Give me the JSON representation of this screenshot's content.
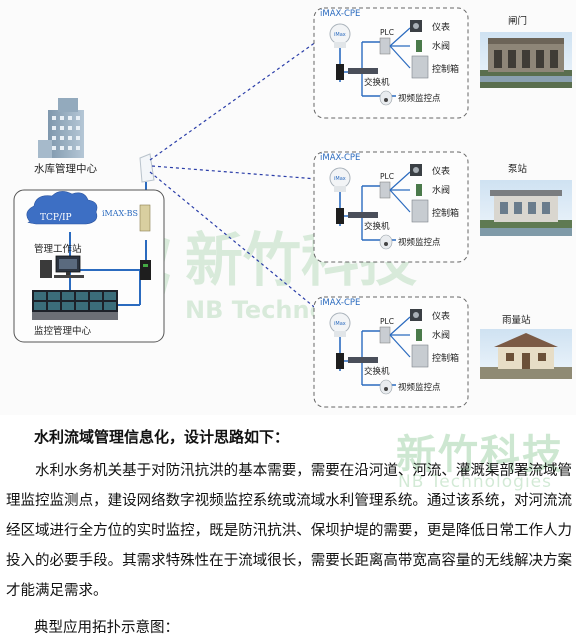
{
  "diagram": {
    "center_label": "水库管理中心",
    "lan": {
      "cloud_label": "TCP/IP",
      "bs_label": "iMAX-BS",
      "workstation_label": "管理工作站",
      "monitor_center_label": "监控管理中心"
    },
    "stations": [
      {
        "title": "iMAX-CPE",
        "cpe_tag": "iMax",
        "plc": "PLC",
        "meter": "仪表",
        "valve": "水阀",
        "cabinet": "控制箱",
        "switch": "交换机",
        "camera": "视频监控点",
        "site_name": "闸门"
      },
      {
        "title": "iMAX-CPE",
        "cpe_tag": "iMax",
        "plc": "PLC",
        "meter": "仪表",
        "valve": "水阀",
        "cabinet": "控制箱",
        "switch": "交换机",
        "camera": "视频监控点",
        "site_name": "泵站"
      },
      {
        "title": "iMAX-CPE",
        "cpe_tag": "iMax",
        "plc": "PLC",
        "meter": "仪表",
        "valve": "水阀",
        "cabinet": "控制箱",
        "switch": "交换机",
        "camera": "视频监控点",
        "site_name": "雨量站"
      }
    ],
    "watermark": {
      "cn": "新竹科技",
      "en": "NB Technologies"
    }
  },
  "text": {
    "heading": "水利流域管理信息化，设计思路如下：",
    "paragraph": "水利水务机关基于对防汛抗洪的基本需要，需要在沿河道、河流、灌溉渠部署流域管理监控监测点，建设网络数字视频监控系统或流域水利管理系统。通过该系统，对河流流经区域进行全方位的实时监控，既是防汛抗洪、保坝护堤的需要，更是降低日常工作人力投入的必要手段。其需求特殊性在于流域很长，需要长距离高带宽高容量的无线解决方案才能满足需求。",
    "caption": "典型应用拓扑示意图：",
    "watermark_cn": "新竹科技",
    "watermark_en": "NB Technologies"
  }
}
